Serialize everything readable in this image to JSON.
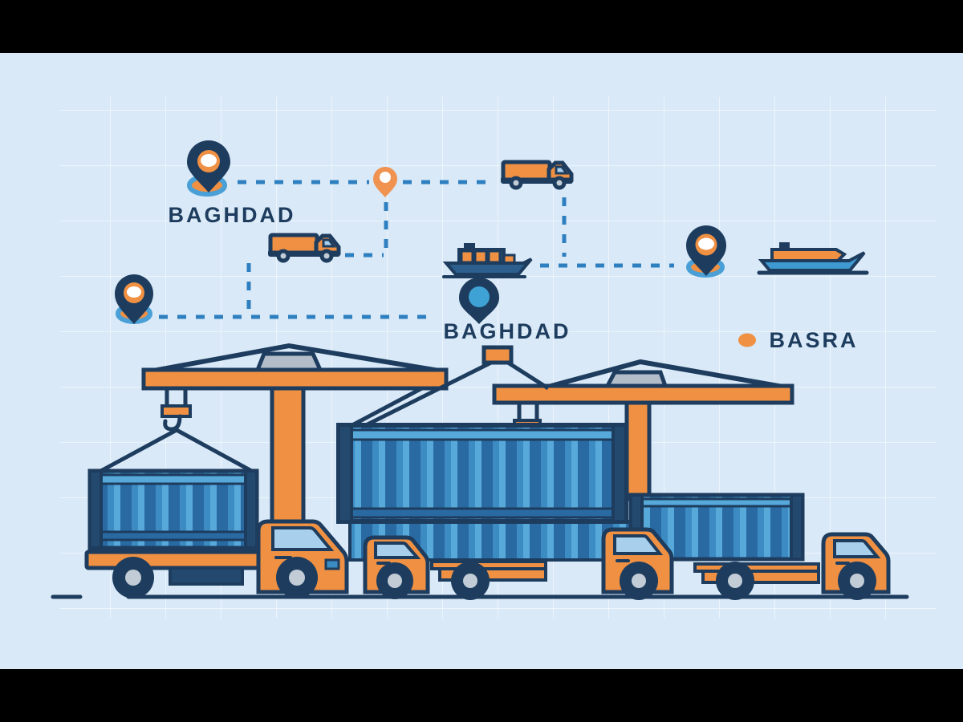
{
  "labels": {
    "pin_top": "BAGHDAD",
    "pin_mid": "BAGHDAD",
    "destination": "BASRA"
  },
  "icons": [
    "map-pin-icon",
    "truck-icon",
    "cargo-ship-icon",
    "crane-icon",
    "container-icon",
    "route-dashed-line",
    "destination-dot-icon"
  ],
  "colors": {
    "letterbox": "#000000",
    "background": "#D9E9F7",
    "grid_line": "#FFFFFF",
    "navy_outline": "#1D3C5E",
    "navy_fill": "#24496E",
    "orange": "#EF9043",
    "route_dash_blue": "#2E7FC0",
    "pin_base_ring_blue": "#4AA0D6",
    "container_blue": "#3C8BC3",
    "container_blue_dark": "#2A6AA3",
    "container_blue_light": "#57A9DA",
    "window_blue": "#A8D0EC",
    "crane_gray": "#B3BDC9",
    "wheel_hub_gray": "#C2CCD6",
    "ship_hull_navy": "#2C5F8E",
    "ship_hull_blue": "#3F9AD2"
  }
}
